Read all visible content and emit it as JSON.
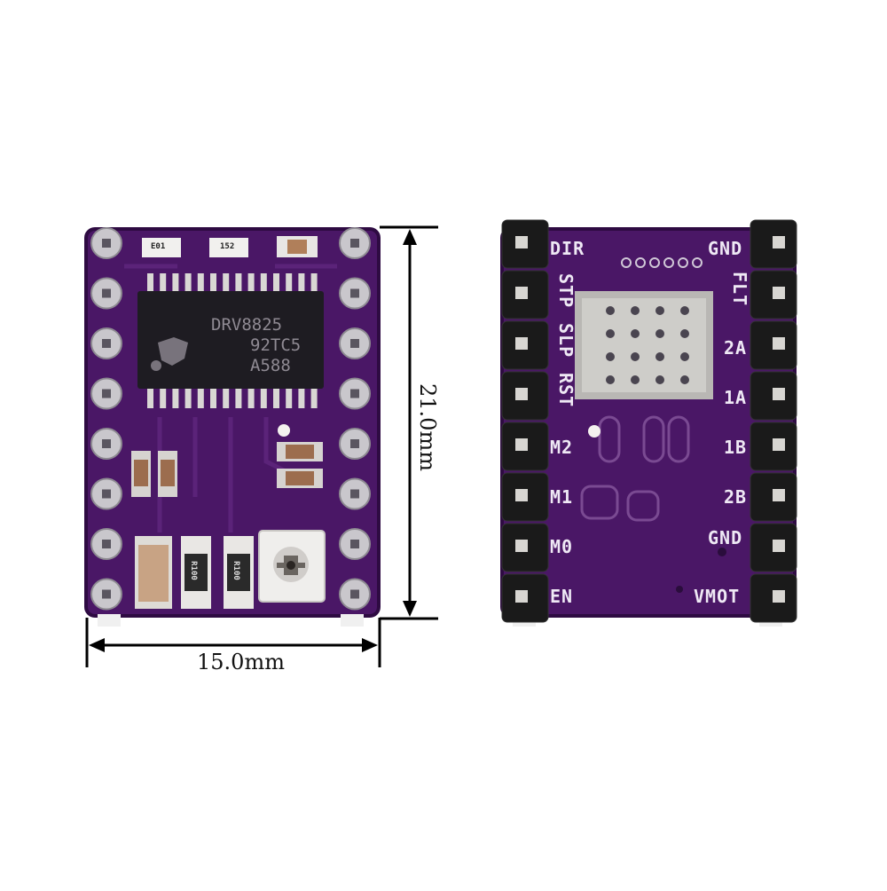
{
  "dimensions": {
    "width_label": "15.0mm",
    "height_label": "21.0mm"
  },
  "front_board": {
    "chip_marking": [
      "DRV8825",
      "92TC5",
      "A588"
    ],
    "resistor_labels": [
      "R100",
      "R100"
    ],
    "cap_labels": [
      "E01",
      "152"
    ]
  },
  "back_board": {
    "left_labels": [
      "DIR",
      "STP",
      "SLP",
      "RST",
      "M2",
      "M1",
      "M0",
      "EN"
    ],
    "right_labels": [
      "GND",
      "FLT",
      "2A",
      "1A",
      "1B",
      "2B",
      "GND",
      "VMOT"
    ]
  },
  "colors": {
    "pcb": "#4a1766",
    "pcb_edge": "#2e0b42",
    "silk": "#efe9f5",
    "header": "#1a1a1a"
  }
}
